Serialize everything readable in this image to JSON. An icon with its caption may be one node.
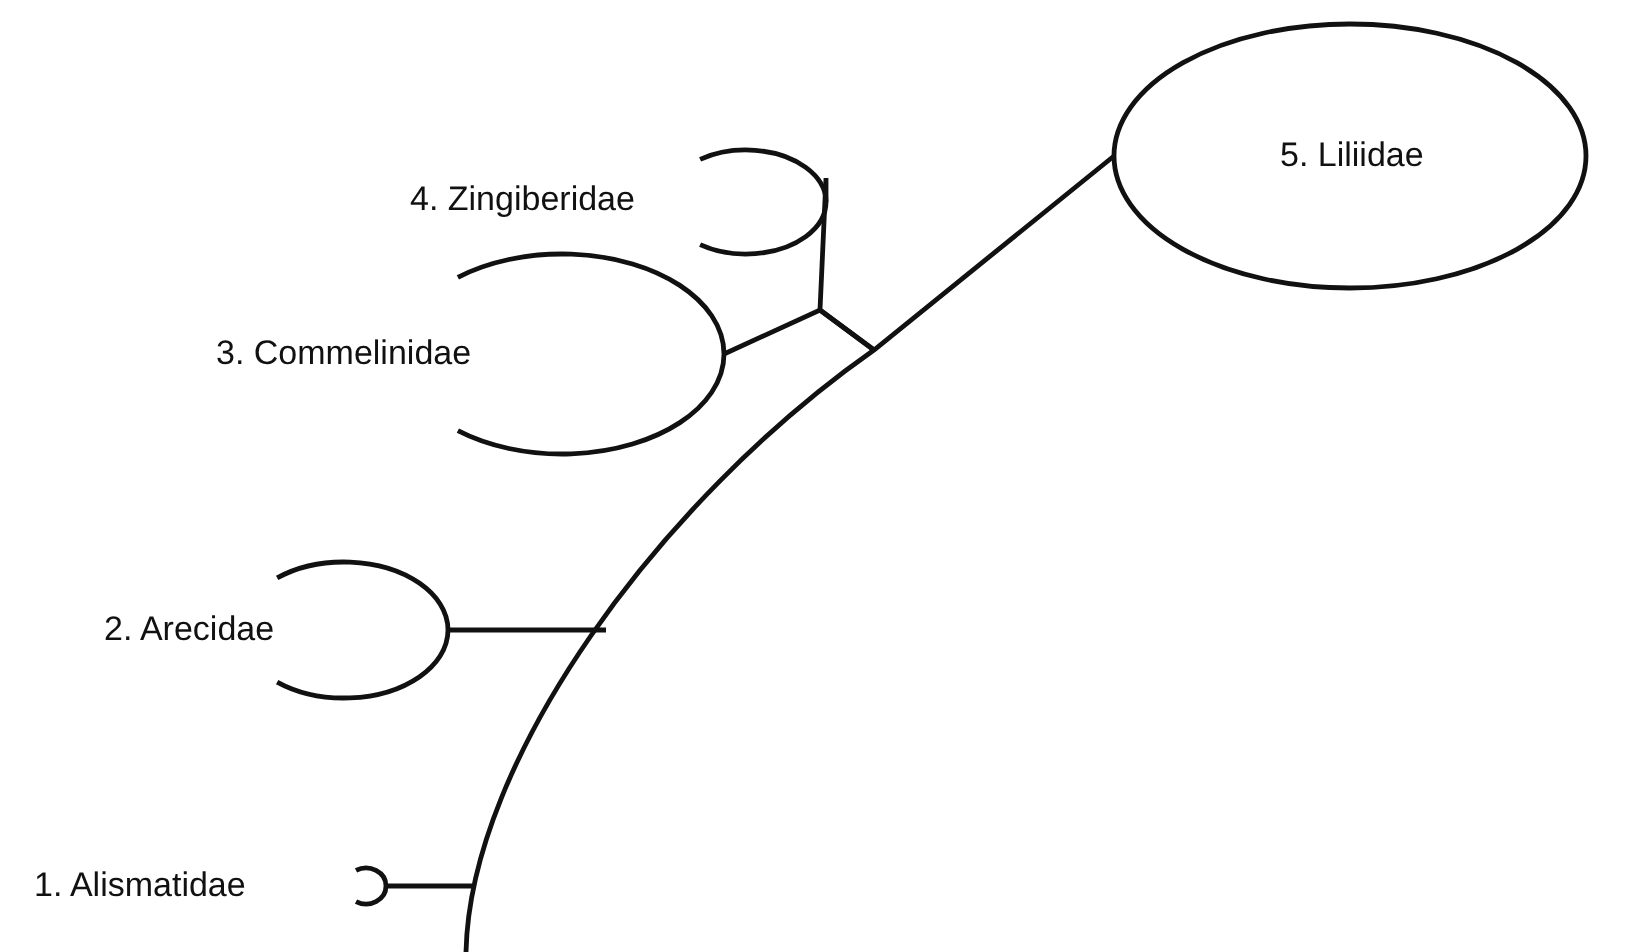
{
  "diagram": {
    "nodes": [
      {
        "text": [
          "1. Alismatidae"
        ]
      },
      {
        "text": [
          "2. Arecidae"
        ]
      },
      {
        "text": [
          "3. Commelinidae"
        ]
      },
      {
        "text": [
          "4. Zingiberidae"
        ]
      },
      {
        "text": [
          "5. Liliidae"
        ]
      }
    ],
    "edges": [
      {
        "from": null,
        "to": 4,
        "arrow": "none"
      },
      {
        "from": null,
        "to": 0,
        "arrow": "none"
      },
      {
        "from": null,
        "to": 1,
        "arrow": "none"
      },
      {
        "from": null,
        "to": 2,
        "arrow": "none"
      },
      {
        "from": null,
        "to": 3,
        "arrow": "none"
      }
    ]
  }
}
